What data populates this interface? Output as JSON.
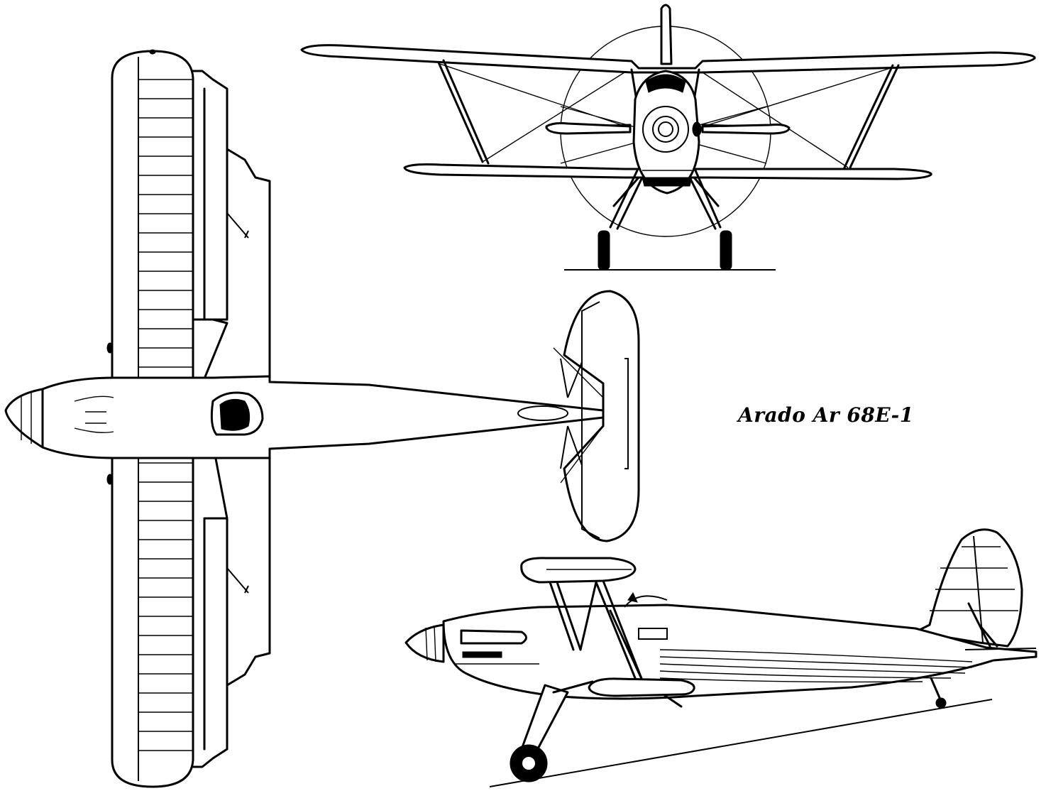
{
  "title": "Arado Ar 68E-1",
  "views": [
    "top",
    "front",
    "side"
  ]
}
